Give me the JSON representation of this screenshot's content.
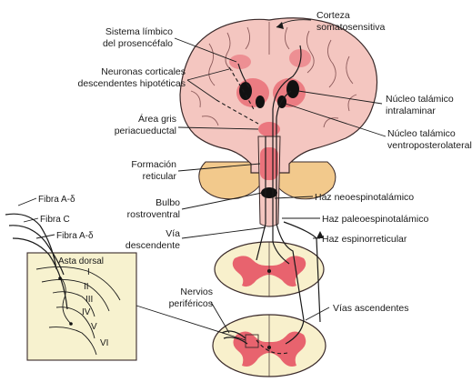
{
  "labels": {
    "corteza": [
      "Corteza",
      "somatosensitiva"
    ],
    "sistema_limbico": [
      "Sistema límbico",
      "del prosencéfalo"
    ],
    "neuronas_corticales": [
      "Neuronas corticales",
      "descendentes hipotéticas"
    ],
    "area_gris": [
      "Área gris",
      "periacueductal"
    ],
    "formacion_reticular": [
      "Formación",
      "reticular"
    ],
    "bulbo": [
      "Bulbo",
      "rostroventral"
    ],
    "via_descendente": [
      "Vía",
      "descendente"
    ],
    "nervios_perifericos": [
      "Nervios",
      "periféricos"
    ],
    "nucleo_intralaminar": [
      "Núcleo talámico",
      "intralaminar"
    ],
    "nucleo_ventroposterolateral": [
      "Núcleo talámico",
      "ventroposterolateral"
    ],
    "haz_neoespinotalamico": "Haz neoespinotalámico",
    "haz_paleoespinotalamico": "Haz paleoespinotalámico",
    "haz_espinorreticular": "Haz espinorreticular",
    "vias_ascendentes": "Vías ascendentes",
    "fibra_a_delta_1": "Fibra A-δ",
    "fibra_c": "Fibra C",
    "fibra_a_delta_2": "Fibra A-δ",
    "asta_dorsal": "Asta dorsal",
    "laminas": [
      "I",
      "II",
      "III",
      "IV",
      "V",
      "VI"
    ]
  },
  "colors": {
    "brain": "#f4c6c0",
    "brain_outline": "#3a2a2a",
    "highlight": "#e8636e",
    "cerebellum": "#f2c98c",
    "inset_bg": "#f7f2cf",
    "cord_bg": "#f8f0cc",
    "gray_matter": "#e8636e",
    "nucleus": "#111111"
  }
}
